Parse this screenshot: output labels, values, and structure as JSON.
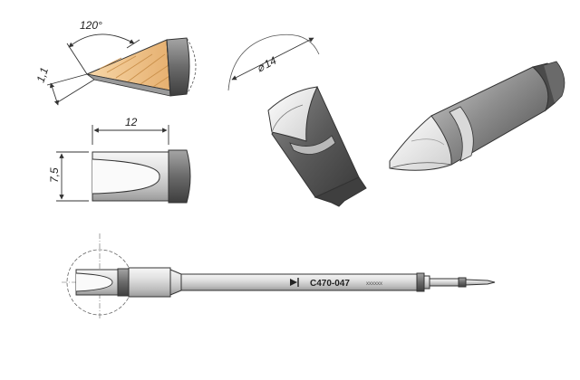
{
  "dimensions": {
    "angle": "120°",
    "chamfer": "1,1",
    "length": "12",
    "width": "7,5",
    "diameter_symbol": "⌀",
    "diameter": "14"
  },
  "marking": {
    "part_number": "C470-047",
    "serial": "xxxxxx"
  },
  "colors": {
    "tip_copper": "#f2c78d",
    "tip_copper_dark": "#c98f4a",
    "metal_dark": "#5c5c5c",
    "metal_mid": "#9a9a9a",
    "metal_light": "#d8d8d8",
    "silver_highlight": "#f4f4f4",
    "dimension_line": "#333333"
  }
}
